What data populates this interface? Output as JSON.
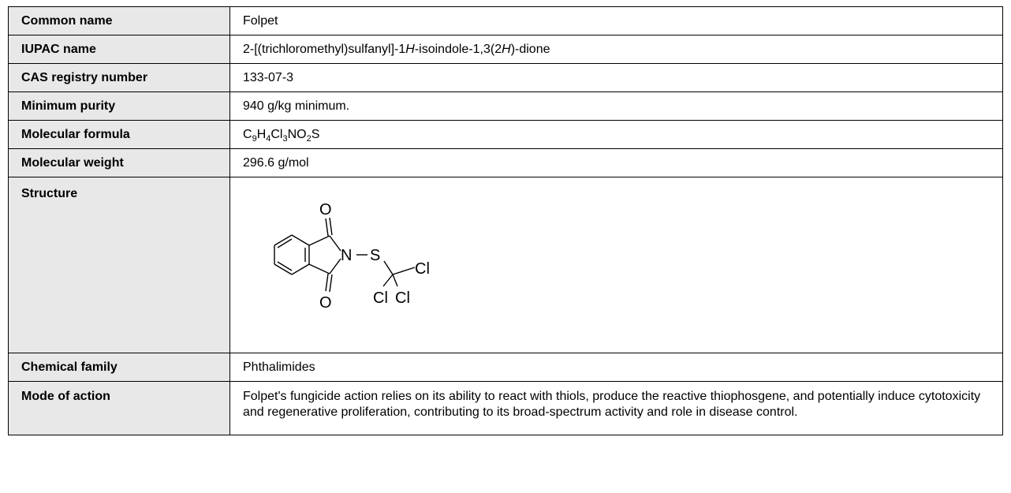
{
  "rows": {
    "common_name": {
      "label": "Common name",
      "value": "Folpet"
    },
    "iupac_name": {
      "label": "IUPAC name",
      "parts": [
        "2-[(trichloromethyl)sulfanyl]-1",
        "H",
        "-isoindole-1,3(2",
        "H",
        ")-dione"
      ]
    },
    "cas": {
      "label": "CAS registry number",
      "value": "133-07-3"
    },
    "purity": {
      "label": "Minimum purity",
      "value": "940 g/kg minimum."
    },
    "formula": {
      "label": "Molecular formula",
      "parts": [
        "C",
        "9",
        "H",
        "4",
        "Cl",
        "3",
        "NO",
        "2",
        "S"
      ]
    },
    "weight": {
      "label": "Molecular weight",
      "value": "296.6 g/mol"
    },
    "structure": {
      "label": "Structure",
      "atoms": {
        "o_top": "O",
        "o_bottom": "O",
        "n": "N",
        "s": "S",
        "cl_right": "Cl",
        "cl_left": "Cl",
        "cl_bottom": "Cl"
      }
    },
    "family": {
      "label": "Chemical family",
      "value": "Phthalimides"
    },
    "mode": {
      "label": "Mode of action",
      "value": "Folpet's fungicide action relies on its ability to react with thiols, produce the reactive thiophosgene, and potentially induce cytotoxicity and regenerative proliferation, contributing to its broad-spectrum activity and role in disease control."
    }
  }
}
